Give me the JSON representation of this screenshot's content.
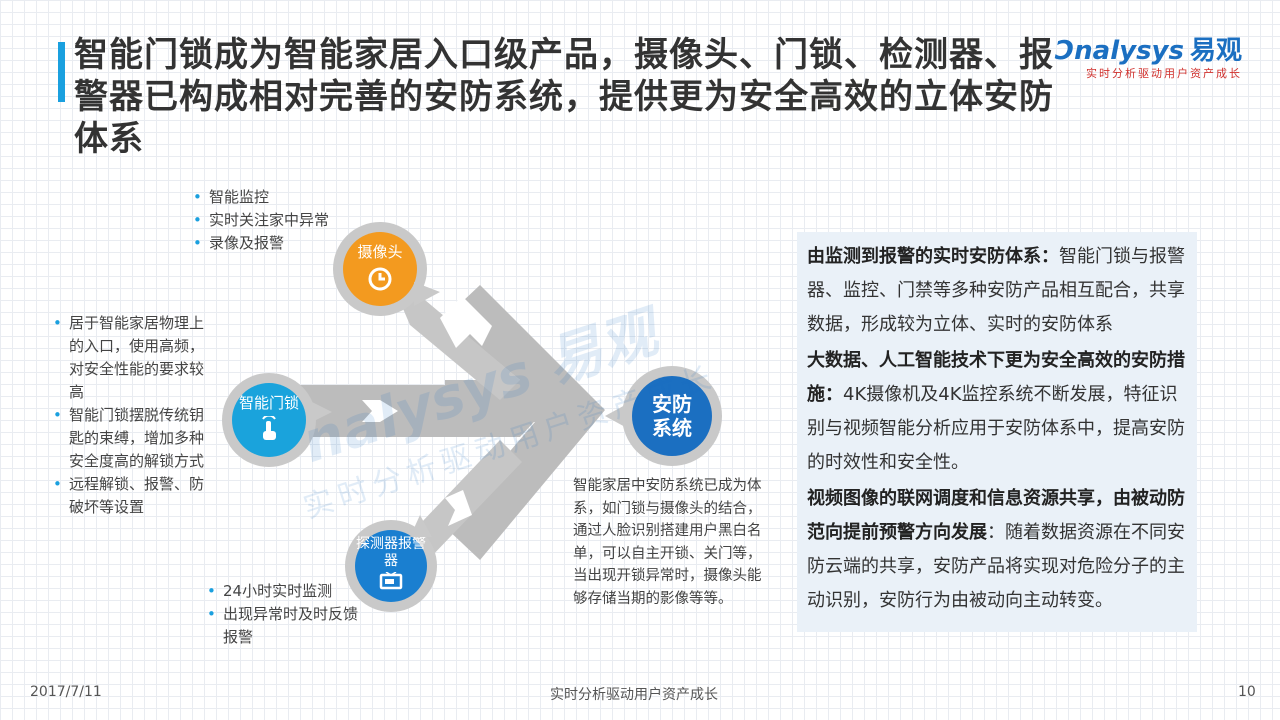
{
  "header": {
    "title": "智能门锁成为智能家居入口级产品，摄像头、门锁、检测器、报警器已构成相对完善的安防系统，提供更为安全高效的立体安防体系",
    "logo_text": "nalysys",
    "logo_cn": "易观",
    "logo_tagline": "实时分析驱动用户资产成长"
  },
  "camera": {
    "label": "摄像头",
    "icon": "clock-icon",
    "bullets": [
      "智能监控",
      "实时关注家中异常",
      "录像及报警"
    ]
  },
  "lock": {
    "label": "智能门锁",
    "icon": "touch-icon",
    "bullets": [
      "居于智能家居物理上的入口，使用高频，对安全性能的要求较高",
      "智能门锁摆脱传统钥匙的束缚，增加多种安全度高的解锁方式",
      "远程解锁、报警、防破坏等设置"
    ]
  },
  "detector": {
    "label": "探测器报警器",
    "icon": "tv-icon",
    "bullets": [
      "24小时实时监测",
      "出现异常时及时反馈报警"
    ]
  },
  "security": {
    "label": "安防系统",
    "caption": "智能家居中安防系统已成为体系，如门锁与摄像头的结合，通过人脸识别搭建用户黑白名单，可以自主开锁、关门等，当出现开锁异常时，摄像头能够存储当期的影像等等。"
  },
  "panel": {
    "p1_bold": "由监测到报警的实时安防体系：",
    "p1_text": "智能门锁与报警器、监控、门禁等多种安防产品相互配合，共享数据，形成较为立体、实时的安防体系",
    "p2_bold": "大数据、人工智能技术下更为安全高效的安防措施：",
    "p2_text": "4K摄像机及4K监控系统不断发展，特征识别与视频智能分析应用于安防体系中，提高安防的时效性和安全性。",
    "p3_bold": "视频图像的联网调度和信息资源共享，由被动防范向提前预警方向发展",
    "p3_text": "：随着数据资源在不同安防云端的共享，安防产品将实现对危险分子的主动识别，安防行为由被动向主动转变。"
  },
  "footer": {
    "date": "2017/7/11",
    "slogan": "实时分析驱动用户资产成长",
    "page": "10"
  },
  "watermark": {
    "line1": "nalysys 易观",
    "line2": "实时分析驱动用户资产成长"
  },
  "colors": {
    "accent": "#1aa0df",
    "camera": "#f39a1f",
    "lock": "#1aa3dc",
    "detector": "#1a7fd0",
    "security": "#1b6fc1",
    "arrow": "#b9b9b9"
  }
}
